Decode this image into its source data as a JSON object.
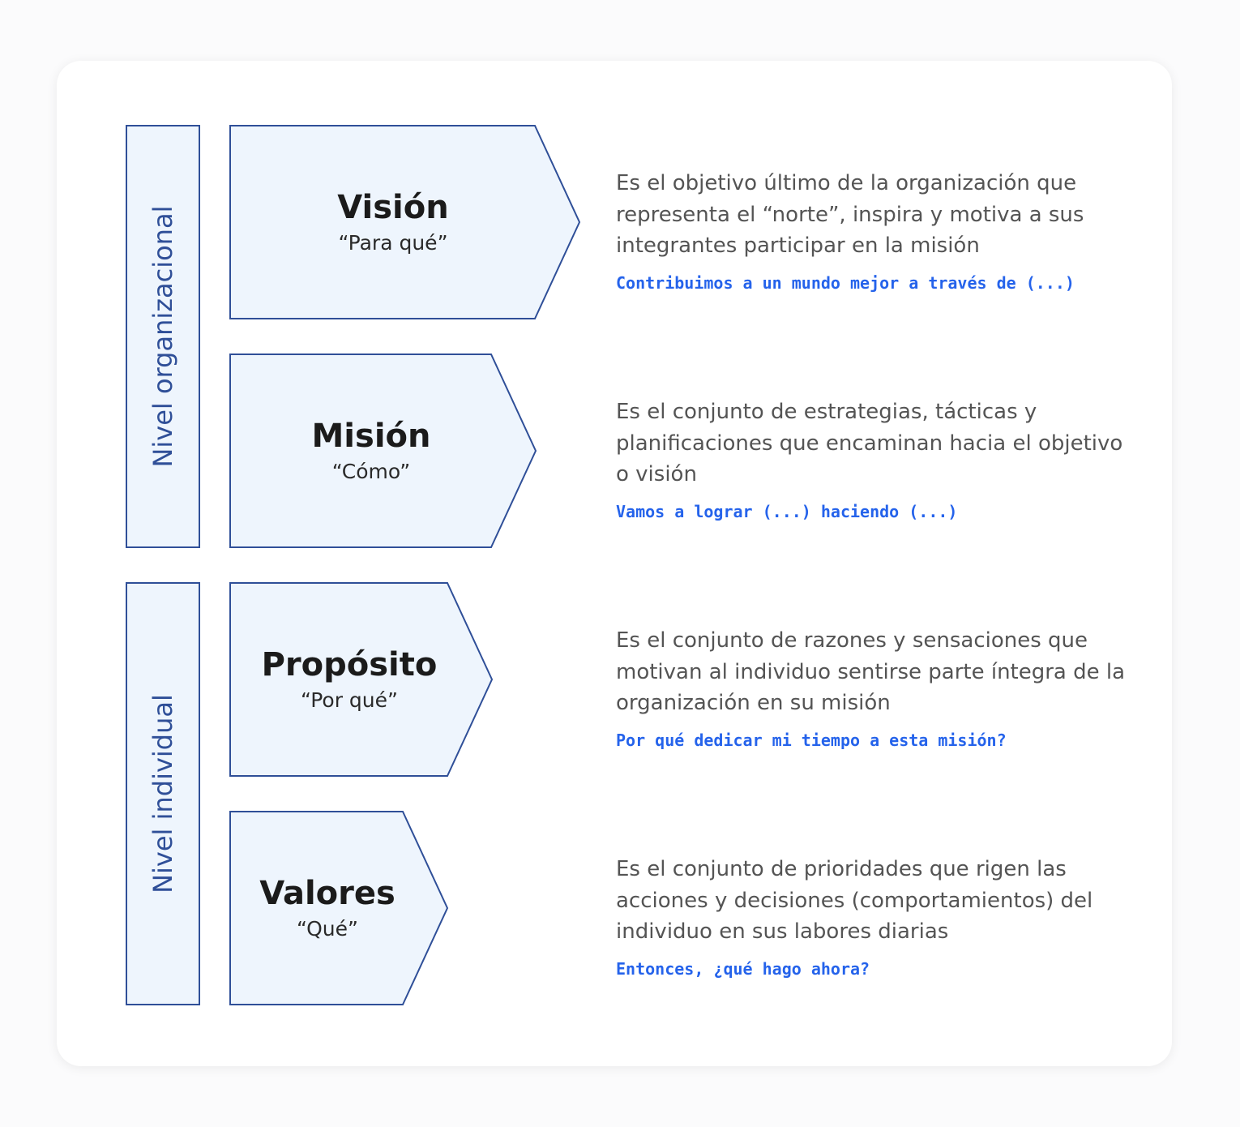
{
  "levels": [
    {
      "label": "Nivel organizacional"
    },
    {
      "label": "Nivel individual"
    }
  ],
  "items": [
    {
      "title": "Visión",
      "subtitle": "“Para qué”",
      "description": "Es el objetivo último de la organización que representa el “norte”, inspira y motiva a sus integrantes participar en la misión",
      "note": "Contribuimos a un mundo mejor a través de (...)"
    },
    {
      "title": "Misión",
      "subtitle": "“Cómo”",
      "description": "Es el conjunto de estrategias, tácticas y planificaciones que encaminan hacia el objetivo o visión",
      "note": "Vamos a lograr (...) haciendo (...)"
    },
    {
      "title": "Propósito",
      "subtitle": "“Por qué”",
      "description": "Es el conjunto de razones y sensaciones que motivan al individuo sentirse parte íntegra de la organización en su misión",
      "note": "Por qué dedicar mi tiempo a esta misión?"
    },
    {
      "title": "Valores",
      "subtitle": "“Qué”",
      "description": "Es el conjunto de prioridades que rigen las acciones y decisiones (comportamientos) del individuo en sus labores diarias",
      "note": "Entonces, ¿qué hago ahora?"
    }
  ],
  "colors": {
    "box_fill": "#eef5fd",
    "box_stroke": "#2f4f98",
    "note": "#2563eb",
    "description": "#545454"
  }
}
